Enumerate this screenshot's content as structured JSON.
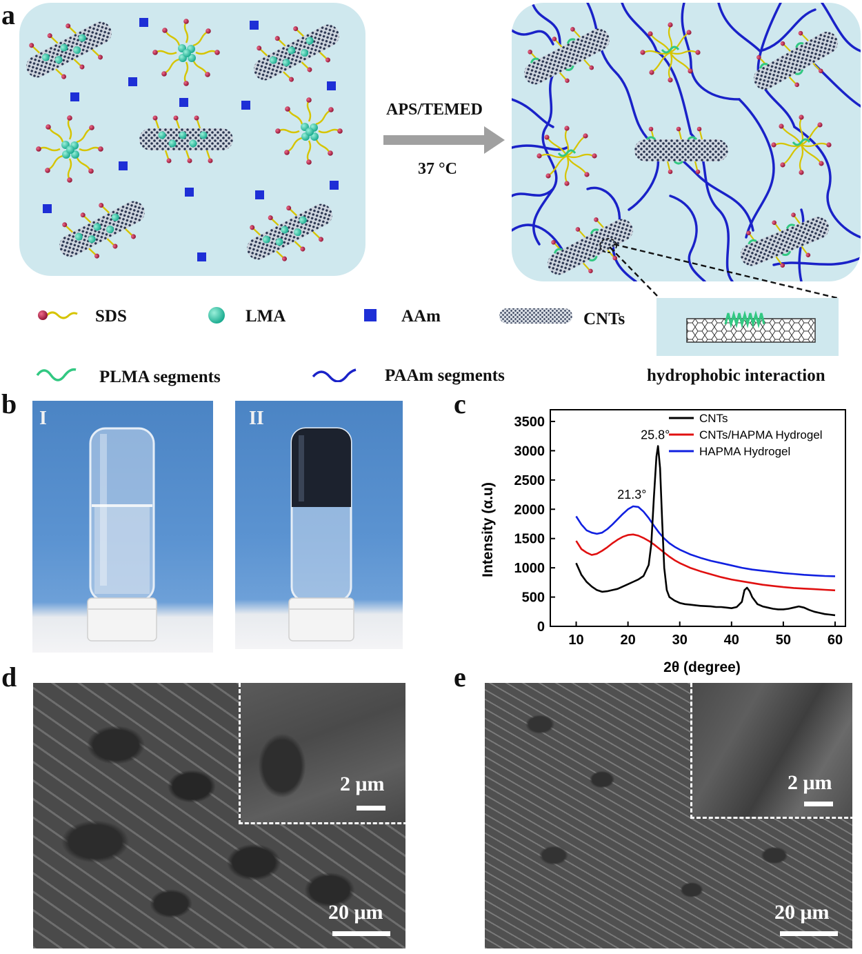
{
  "panel_labels": {
    "a": "a",
    "b": "b",
    "c": "c",
    "d": "d",
    "e": "e"
  },
  "panel_a": {
    "arrow_label_top": "APS/TEMED",
    "arrow_label_bottom": "37 °C",
    "legend": {
      "sds": "SDS",
      "lma": "LMA",
      "aam": "AAm",
      "cnts": "CNTs",
      "plma": "PLMA segments",
      "paam": "PAAm segments",
      "hydrophobic": "hydrophobic interaction"
    },
    "colors": {
      "background_box": "#cfe8ee",
      "paam": "#1a22c8",
      "plma": "#32c882",
      "aam": "#1e2fd6",
      "lma": "#1eb8a0",
      "sds_head": "#a0203c",
      "sds_tail": "#d6c400",
      "cnt": "#2a3550"
    }
  },
  "panel_b": {
    "photo_1_label": "I",
    "photo_2_label": "II"
  },
  "chart_data": {
    "type": "line",
    "xlabel": "2θ (degree)",
    "ylabel": "Intensity (α.u)",
    "xlim": [
      5,
      62
    ],
    "ylim": [
      0,
      3700
    ],
    "x_ticks": [
      10,
      20,
      30,
      40,
      50,
      60
    ],
    "y_ticks": [
      0,
      500,
      1000,
      1500,
      2000,
      2500,
      3000,
      3500
    ],
    "legend_position": "top-right",
    "annotations": [
      {
        "text": "25.8°",
        "x": 25.8,
        "y": 3080
      },
      {
        "text": "21.3°",
        "x": 21.3,
        "y": 2060
      }
    ],
    "series": [
      {
        "name": "CNTs",
        "color": "#000000",
        "x": [
          10,
          11,
          12,
          13,
          14,
          15,
          16,
          17,
          18,
          19,
          20,
          21,
          22,
          23,
          24,
          24.5,
          25,
          25.5,
          25.8,
          26.2,
          26.6,
          27,
          27.5,
          28,
          29,
          30,
          31,
          32,
          33,
          34,
          35,
          36,
          37,
          38,
          39,
          40,
          41,
          42,
          42.5,
          43,
          43.5,
          44,
          45,
          46,
          47,
          48,
          49,
          50,
          51,
          52,
          53,
          54,
          55,
          56,
          57,
          58,
          59,
          60
        ],
        "y": [
          1080,
          880,
          760,
          680,
          620,
          590,
          600,
          620,
          640,
          680,
          720,
          760,
          800,
          860,
          1050,
          1400,
          2200,
          2900,
          3080,
          2700,
          1800,
          1000,
          620,
          500,
          440,
          400,
          380,
          370,
          360,
          350,
          345,
          340,
          330,
          330,
          320,
          310,
          330,
          420,
          620,
          660,
          600,
          500,
          380,
          340,
          320,
          300,
          290,
          290,
          300,
          320,
          340,
          320,
          280,
          250,
          230,
          210,
          200,
          190
        ]
      },
      {
        "name": "CNTs/HAPMA Hydrogel",
        "color": "#e01010",
        "x": [
          10,
          11,
          12,
          13,
          14,
          15,
          16,
          17,
          18,
          19,
          20,
          21,
          22,
          23,
          24,
          25,
          26,
          27,
          28,
          29,
          30,
          32,
          34,
          36,
          38,
          40,
          42,
          44,
          46,
          48,
          50,
          52,
          54,
          56,
          58,
          60
        ],
        "y": [
          1460,
          1320,
          1260,
          1220,
          1240,
          1290,
          1350,
          1420,
          1480,
          1530,
          1560,
          1570,
          1550,
          1510,
          1460,
          1400,
          1330,
          1260,
          1190,
          1130,
          1080,
          1000,
          940,
          890,
          840,
          800,
          770,
          740,
          710,
          690,
          670,
          655,
          645,
          635,
          625,
          615
        ]
      },
      {
        "name": "HAPMA Hydrogel",
        "color": "#1020e0",
        "x": [
          10,
          11,
          12,
          13,
          14,
          15,
          16,
          17,
          18,
          19,
          20,
          21,
          22,
          23,
          24,
          25,
          26,
          27,
          28,
          29,
          30,
          32,
          34,
          36,
          38,
          40,
          42,
          44,
          46,
          48,
          50,
          52,
          54,
          56,
          58,
          60
        ],
        "y": [
          1880,
          1740,
          1640,
          1600,
          1580,
          1600,
          1660,
          1740,
          1830,
          1920,
          2000,
          2050,
          2040,
          1960,
          1850,
          1720,
          1600,
          1500,
          1420,
          1360,
          1310,
          1230,
          1170,
          1120,
          1080,
          1040,
          1000,
          970,
          950,
          930,
          910,
          895,
          880,
          870,
          860,
          855
        ]
      }
    ]
  },
  "panel_d": {
    "inset_scale": "2 μm",
    "main_scale": "20 μm"
  },
  "panel_e": {
    "inset_scale": "2 μm",
    "main_scale": "20 μm"
  }
}
